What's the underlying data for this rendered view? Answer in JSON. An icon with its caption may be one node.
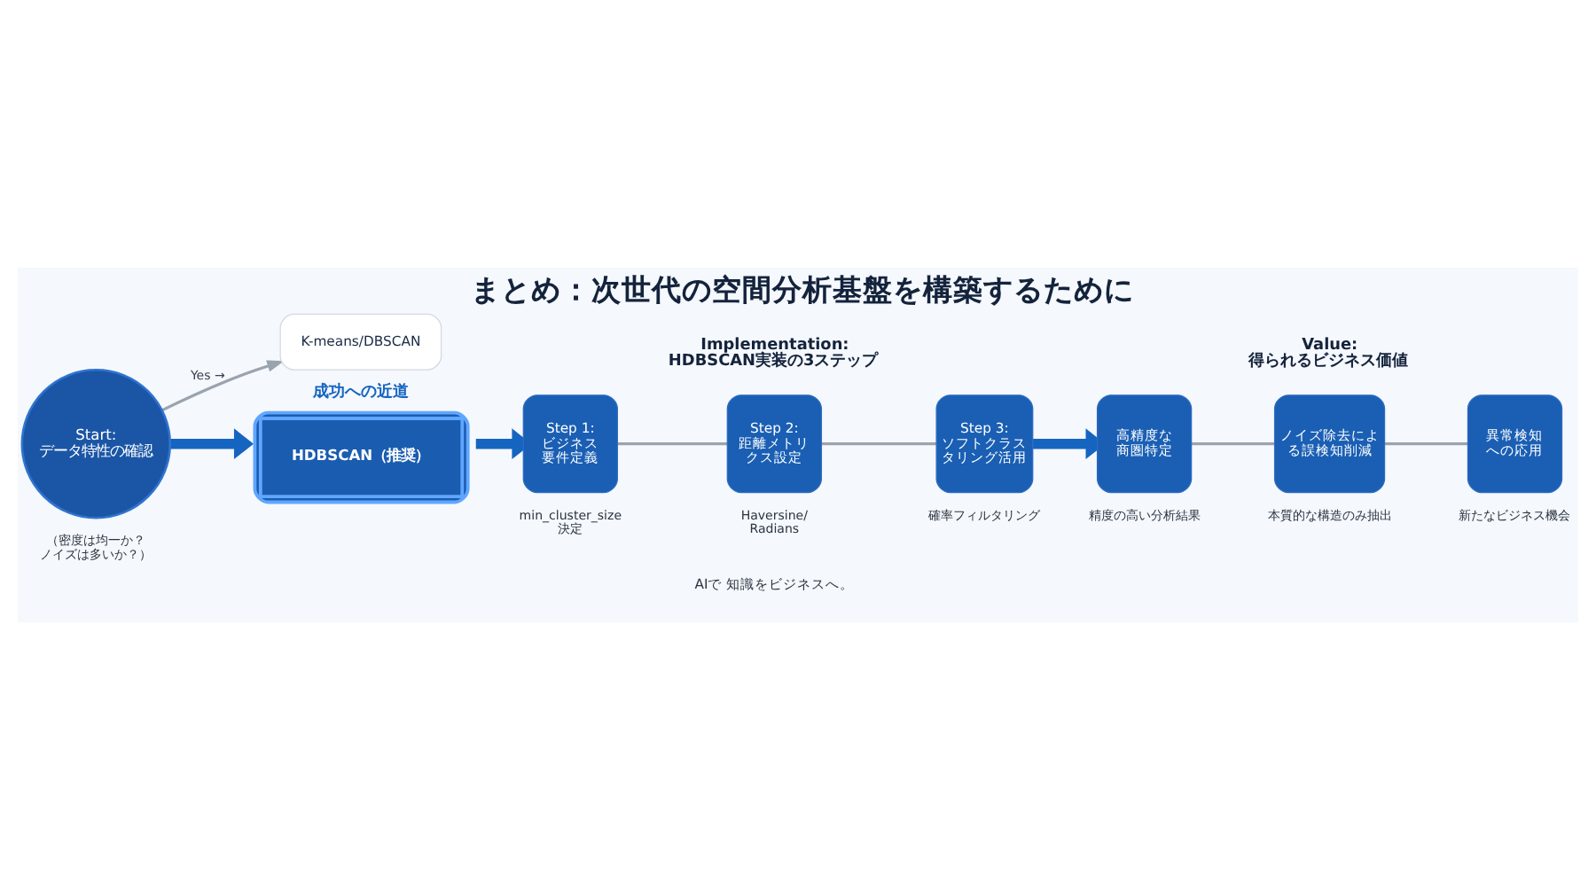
{
  "diagram": {
    "title": "まとめ：次世代の空間分析基盤を構築するために",
    "nodes": [
      {
        "text": [
          "Start: データ特性の確認"
        ],
        "beside": [
          "（密度は均一か？ノイズは多いか？）"
        ]
      },
      {
        "text": [
          "K-means/DBSCAN"
        ]
      },
      {
        "text": [
          "成功への近道",
          "HDBSCAN（推奨）"
        ]
      },
      {
        "text": [
          "Step 1: ビジネス要件定義"
        ],
        "beside": [
          "min_cluster_size 決定"
        ]
      },
      {
        "text": [
          "Step 2: 距離メトリクス設定"
        ],
        "beside": [
          "Haversine/ Radians"
        ]
      },
      {
        "text": [
          "Step 3: ソフトクラスタリング活用"
        ],
        "beside": [
          "確率フィルタリング"
        ]
      },
      {
        "text": [
          "高精度な商圏特定"
        ],
        "beside": [
          "精度の高い分析結果"
        ]
      },
      {
        "text": [
          "ノイズ除去による誤検知削減"
        ],
        "beside": [
          "本質的な構造のみ抽出"
        ]
      },
      {
        "text": [
          "異常検知への応用"
        ],
        "beside": [
          "新たなビジネス機会"
        ]
      }
    ],
    "edges": [
      {
        "from": 0,
        "to": 2,
        "arrow": "to",
        "style": "thick",
        "color": "#1565c0"
      },
      {
        "from": 0,
        "to": 1,
        "arrow": "to",
        "label": "Yes →"
      },
      {
        "from": 2,
        "to": 3,
        "arrow": "to",
        "style": "thick",
        "color": "#1565c0"
      },
      {
        "from": 3,
        "to": 4,
        "arrow": "none"
      },
      {
        "from": 4,
        "to": 5,
        "arrow": "none"
      },
      {
        "from": 5,
        "to": 6,
        "arrow": "to",
        "style": "thick",
        "color": "#1565c0"
      },
      {
        "from": 6,
        "to": 7,
        "arrow": "none"
      },
      {
        "from": 7,
        "to": 8,
        "arrow": "none"
      }
    ],
    "labels": [
      "Implementation: HDBSCAN実装の3ステップ",
      "Value: 得られるビジネス価値",
      "AIで 知識をビジネスへ。"
    ]
  }
}
